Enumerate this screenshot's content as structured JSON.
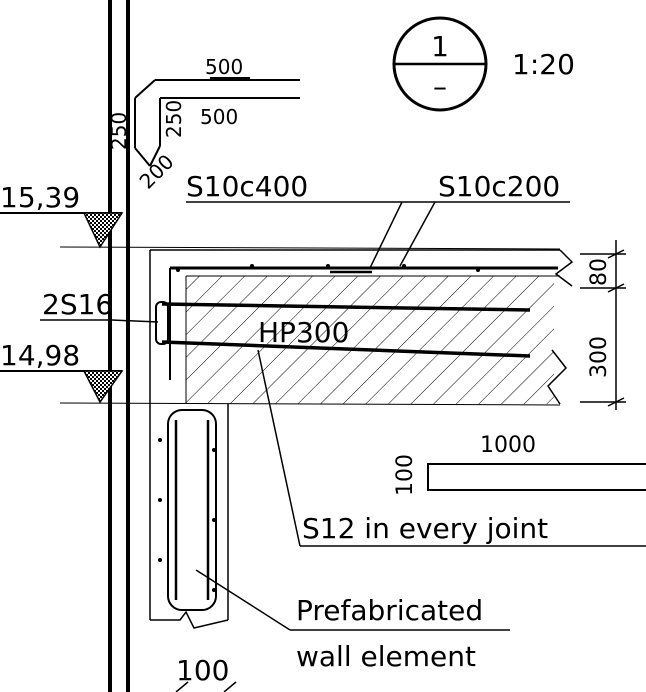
{
  "detail": {
    "number": "1",
    "sheet": "–",
    "scale": "1:20"
  },
  "levels": {
    "top": "15,39",
    "bottom": "14,98"
  },
  "anchor_bar": {
    "length_top": "500",
    "length_bottom": "500",
    "leg_outer": "250",
    "leg_inner": "250",
    "hook": "200"
  },
  "labels": {
    "top_bar_1": "S10c400",
    "top_bar_2": "S10c200",
    "edge_bars": "2S16",
    "slab": "HP300",
    "joint_bar": "S12 in every joint",
    "wall_line1": "Prefabricated",
    "wall_line2": "wall element"
  },
  "dimensions": {
    "topping": "80",
    "slab_depth": "300",
    "bar_length": "1000",
    "bar_height": "100",
    "wall_width": "100"
  }
}
